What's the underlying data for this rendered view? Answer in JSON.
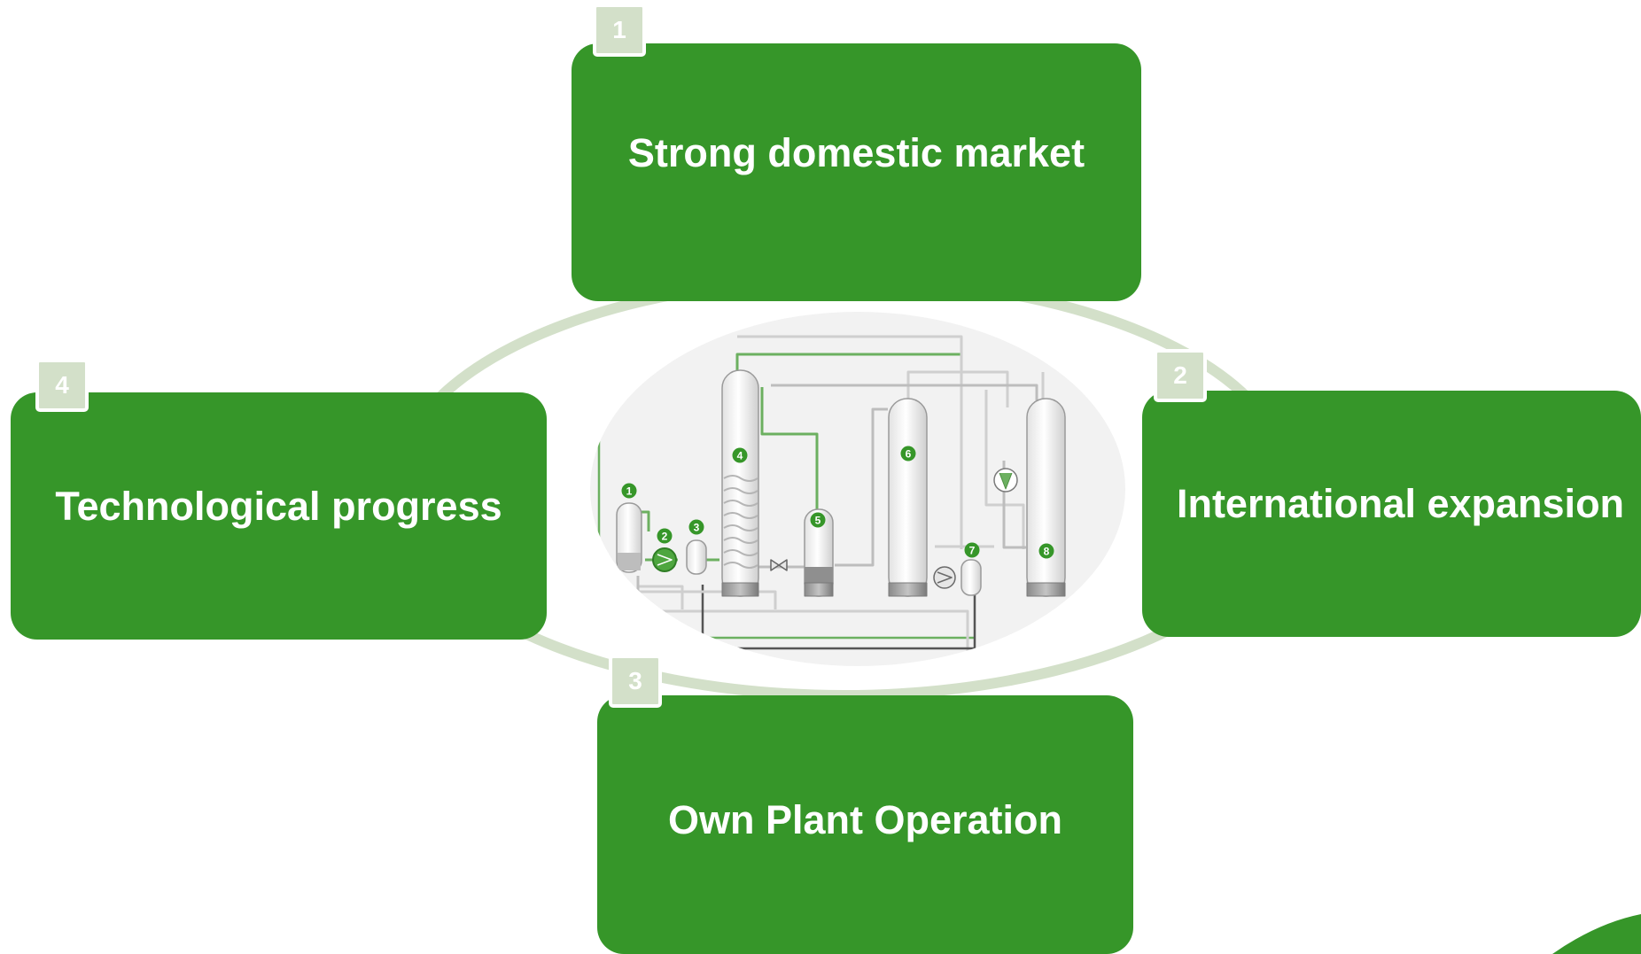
{
  "steps": [
    {
      "number": "1",
      "label": "Strong domestic market"
    },
    {
      "number": "2",
      "label": "International expansion"
    },
    {
      "number": "3",
      "label": "Own Plant Operation"
    },
    {
      "number": "4",
      "label": "Technological progress"
    }
  ],
  "plant_diagram": {
    "unit_numbers": [
      "1",
      "2",
      "3",
      "4",
      "5",
      "6",
      "7",
      "8"
    ]
  },
  "colors": {
    "card_green": "#369629",
    "ring_green": "#d3e0c9",
    "badge_fill": "#d3e0c9",
    "diagram_background": "#f2f2f2"
  }
}
